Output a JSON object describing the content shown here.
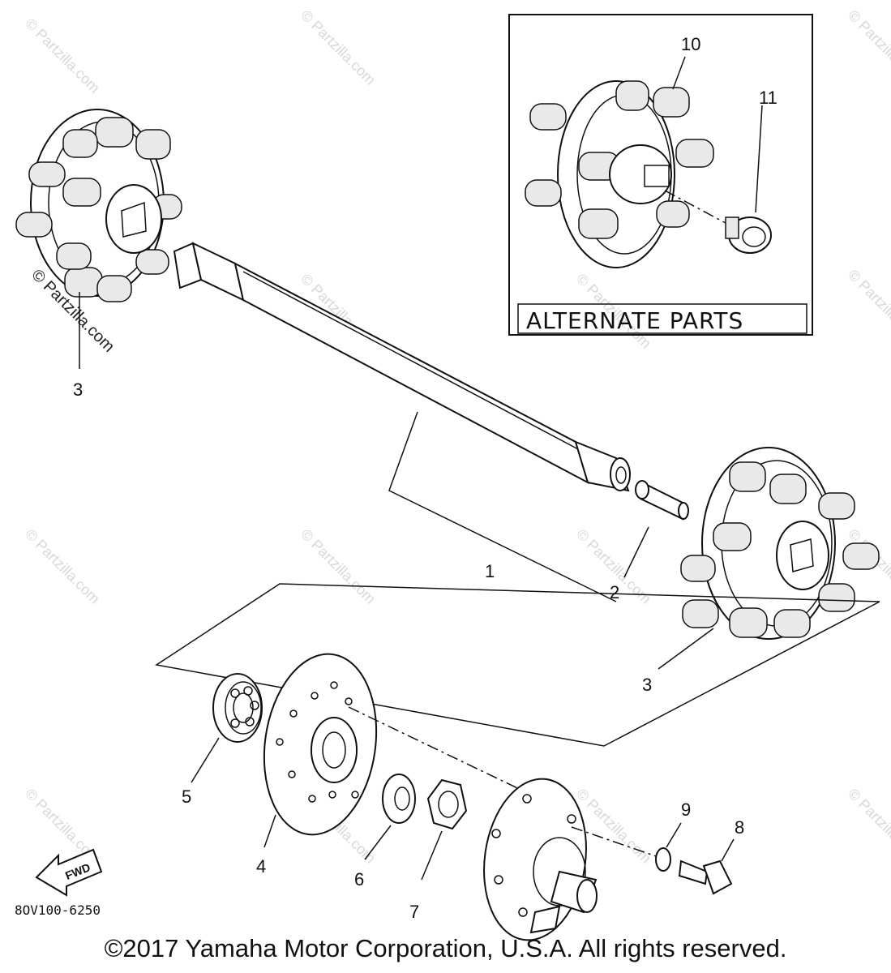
{
  "diagram": {
    "inset_title": "ALTERNATE PARTS",
    "part_code": "8OV100-6250",
    "fwd_label": "FWD",
    "copyright": "©2017 Yamaha Motor Corporation, U.S.A. All rights reserved.",
    "watermark": "© Partzilla.com",
    "callouts": {
      "c1": "1",
      "c2": "2",
      "c3a": "3",
      "c3b": "3",
      "c4": "4",
      "c5": "5",
      "c6": "6",
      "c7": "7",
      "c8": "8",
      "c9": "9",
      "c10": "10",
      "c11": "11"
    }
  }
}
